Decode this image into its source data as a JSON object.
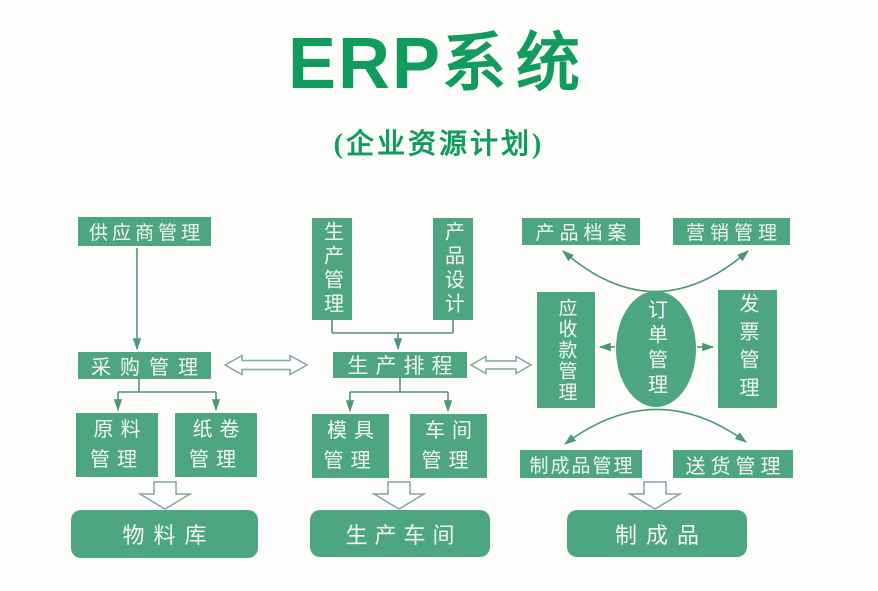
{
  "header": {
    "title_latin": "ERP",
    "title_cjk": "系统",
    "subtitle": "(企业资源计划)"
  },
  "colors": {
    "box_green": "#4da581",
    "title_green": "#119c5e",
    "connector_green": "#4f957a",
    "hollow_arrow_stroke": "#85a795",
    "node_text": "#f3f8f4",
    "background": "#fdfdfc"
  },
  "nodes": {
    "supplier": "供应商管理",
    "purchase": "采购管理",
    "raw_material": "原料\n管理",
    "paper_roll": "纸卷\n管理",
    "material_warehouse": "物料库",
    "production_mgmt": "生产管理",
    "product_design": "产品设计",
    "production_schedule": "生产排程",
    "mold": "模具\n管理",
    "workshop": "车间\n管理",
    "production_workshop": "生产车间",
    "product_archive": "产品档案",
    "marketing": "营销管理",
    "receivables": "应收款管理",
    "order": "订单管理",
    "invoice": "发票管理",
    "finished_goods_mgmt": "制成品管理",
    "delivery": "送货管理",
    "finished_goods": "制成品"
  }
}
